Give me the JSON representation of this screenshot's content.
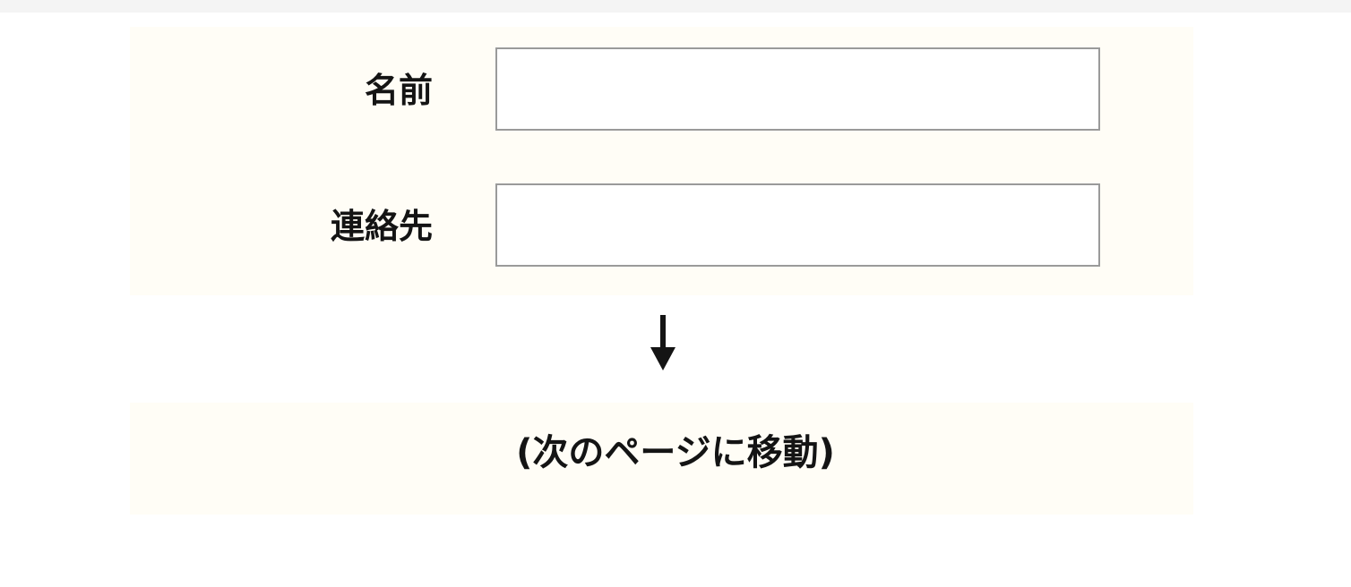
{
  "form": {
    "name_label": "名前",
    "name_value": "",
    "contact_label": "連絡先",
    "contact_value": ""
  },
  "flow": {
    "arrow_icon": "arrow-down-icon",
    "next_step_text": "(次のページに移動)"
  },
  "colors": {
    "panel_background": "#fffdf6",
    "field_border": "#9a9a9a",
    "text": "#141414"
  }
}
